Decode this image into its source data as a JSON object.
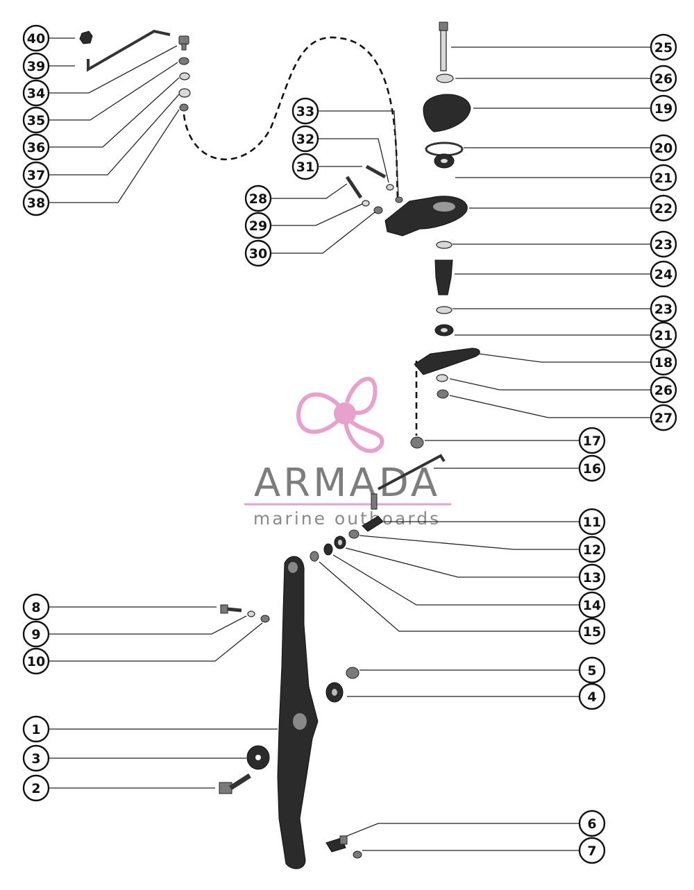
{
  "brand": {
    "name": "ARMADA",
    "tagline": "marine outboards",
    "accent_color": "#e8a0cc",
    "logo_icon": "propeller-icon"
  },
  "callouts": [
    {
      "id": "c40",
      "label": "40"
    },
    {
      "id": "c39",
      "label": "39"
    },
    {
      "id": "c34",
      "label": "34"
    },
    {
      "id": "c35",
      "label": "35"
    },
    {
      "id": "c36",
      "label": "36"
    },
    {
      "id": "c37",
      "label": "37"
    },
    {
      "id": "c38",
      "label": "38"
    },
    {
      "id": "c33",
      "label": "33"
    },
    {
      "id": "c32",
      "label": "32"
    },
    {
      "id": "c31",
      "label": "31"
    },
    {
      "id": "c28",
      "label": "28"
    },
    {
      "id": "c29",
      "label": "29"
    },
    {
      "id": "c30",
      "label": "30"
    },
    {
      "id": "c25",
      "label": "25"
    },
    {
      "id": "c26a",
      "label": "26"
    },
    {
      "id": "c19",
      "label": "19"
    },
    {
      "id": "c20",
      "label": "20"
    },
    {
      "id": "c21a",
      "label": "21"
    },
    {
      "id": "c22",
      "label": "22"
    },
    {
      "id": "c23a",
      "label": "23"
    },
    {
      "id": "c24",
      "label": "24"
    },
    {
      "id": "c23b",
      "label": "23"
    },
    {
      "id": "c21b",
      "label": "21"
    },
    {
      "id": "c18",
      "label": "18"
    },
    {
      "id": "c26b",
      "label": "26"
    },
    {
      "id": "c27",
      "label": "27"
    },
    {
      "id": "c17",
      "label": "17"
    },
    {
      "id": "c16",
      "label": "16"
    },
    {
      "id": "c11",
      "label": "11"
    },
    {
      "id": "c12",
      "label": "12"
    },
    {
      "id": "c13",
      "label": "13"
    },
    {
      "id": "c14",
      "label": "14"
    },
    {
      "id": "c15",
      "label": "15"
    },
    {
      "id": "c8",
      "label": "8"
    },
    {
      "id": "c9",
      "label": "9"
    },
    {
      "id": "c10",
      "label": "10"
    },
    {
      "id": "c5",
      "label": "5"
    },
    {
      "id": "c4",
      "label": "4"
    },
    {
      "id": "c1",
      "label": "1"
    },
    {
      "id": "c3",
      "label": "3"
    },
    {
      "id": "c2",
      "label": "2"
    },
    {
      "id": "c6",
      "label": "6"
    },
    {
      "id": "c7",
      "label": "7"
    }
  ]
}
